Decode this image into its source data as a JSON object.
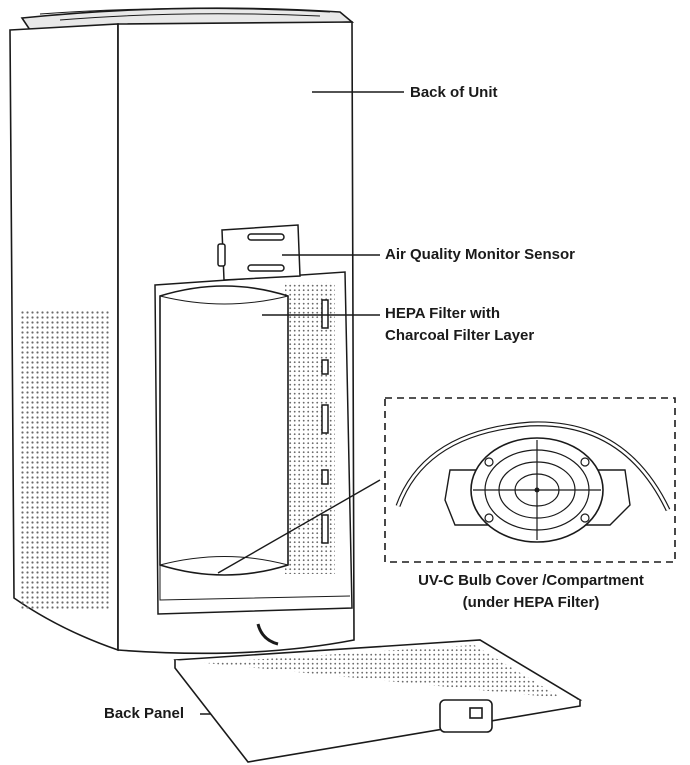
{
  "labels": {
    "back_of_unit": "Back of Unit",
    "air_quality_sensor": "Air Quality Monitor Sensor",
    "hepa_line1": "HEPA Filter with",
    "hepa_line2": "Charcoal Filter Layer",
    "uvc_line1": "UV-C Bulb Cover /Compartment",
    "uvc_line2": "(under HEPA Filter)",
    "back_panel": "Back Panel"
  },
  "colors": {
    "line": "#1a1a1a",
    "fill": "#ffffff",
    "perforation": "#6a6a6a"
  }
}
